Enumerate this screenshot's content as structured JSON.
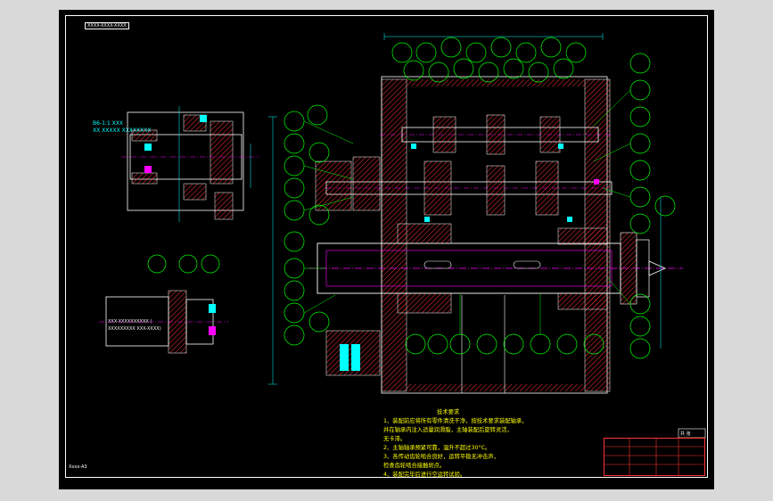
{
  "drawing": {
    "top_left_code": "XXXX-XXXX-XXXX",
    "bottom_left_code": "Xxxx-A3",
    "detail_label_line1": "B6-1:1 XXX",
    "detail_label_line2": "XX XXXXX XXXXXXXX",
    "motor_label_line1": "XXX-XXXXXXXXXX (",
    "motor_label_line2": "XXXXXXXXX XXX-XXXX)",
    "colors": {
      "background": "#000000",
      "outline": "#ffffff",
      "section": "#ff3333",
      "hatch": "#ff3333",
      "centerline": "#ff00ff",
      "annotation": "#00ff00",
      "dimension": "#00ffff",
      "notes": "#ffff00"
    }
  },
  "notes": {
    "heading": "技术要求",
    "lines": [
      "1、装配前应将所有零件清洗干净，按技术要求装配轴承，",
      "   并在轴承内注入适量润滑脂，主轴装配后旋转灵活，",
      "   无卡滞。",
      "2、主轴轴承预紧可靠，温升不超过30°C。",
      "3、各传动齿轮啮合良好，运转平稳无冲击声，",
      "   检查齿轮啮合接触斑点。",
      "4、装配完毕后进行空运转试验。"
    ]
  },
  "title_block": {
    "small_box_label": "共 张",
    "cells": [
      "",
      "",
      "",
      "",
      "",
      "",
      "",
      "",
      ""
    ]
  }
}
